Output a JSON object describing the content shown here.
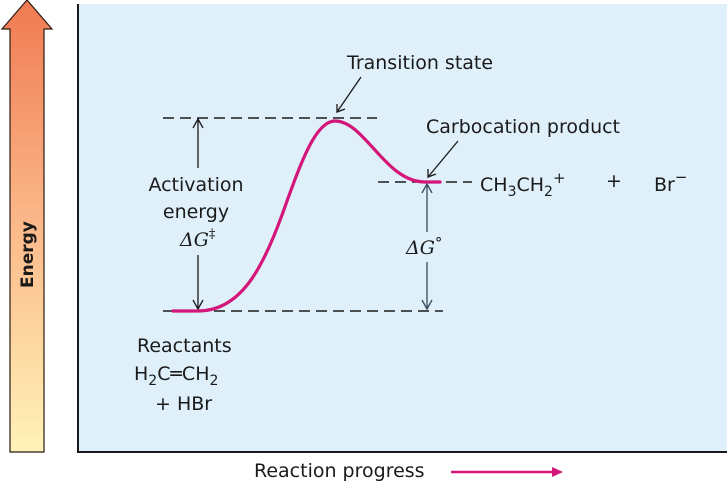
{
  "colors": {
    "panel_bg": "#dff0fb",
    "curve": "#d4157a",
    "axis": "#1a1a1a",
    "energy_arrow_top": "#f07a52",
    "energy_arrow_bottom": "#fff3b8",
    "progress_arrow": "#d4157a"
  },
  "axes": {
    "y_label": "Energy",
    "x_label": "Reaction progress"
  },
  "labels": {
    "transition_state": "Transition state",
    "carbocation_product": "Carbocation product",
    "activation_line1": "Activation",
    "activation_line2": "energy",
    "activation_symbol": "ΔG",
    "activation_superscript": "‡",
    "delta_g_standard": "ΔG",
    "delta_g_superscript": "°",
    "reactants_title": "Reactants",
    "reactant_1": {
      "a": "H",
      "sub1": "2",
      "b": "C═CH",
      "sub2": "2"
    },
    "reactant_2": "+ HBr",
    "product_cation": {
      "a": "CH",
      "sub1": "3",
      "b": "CH",
      "sub2": "2",
      "charge": "+"
    },
    "plus": "+",
    "product_anion": {
      "a": "Br",
      "charge": "−"
    }
  },
  "chart_data": {
    "type": "line",
    "title": "Reaction energy diagram: H2C=CH2 + HBr → CH3CH2+ + Br−",
    "xlabel": "Reaction progress",
    "ylabel": "Energy",
    "points": [
      {
        "name": "Reactants",
        "x": 0.0,
        "y": 0.0
      },
      {
        "name": "Transition state",
        "x": 0.5,
        "y": 1.0
      },
      {
        "name": "Carbocation product",
        "x": 0.85,
        "y": 0.66
      }
    ],
    "annotations": [
      "Activation energy ΔG‡",
      "ΔG°",
      "Transition state",
      "Carbocation product"
    ],
    "grid": false
  }
}
